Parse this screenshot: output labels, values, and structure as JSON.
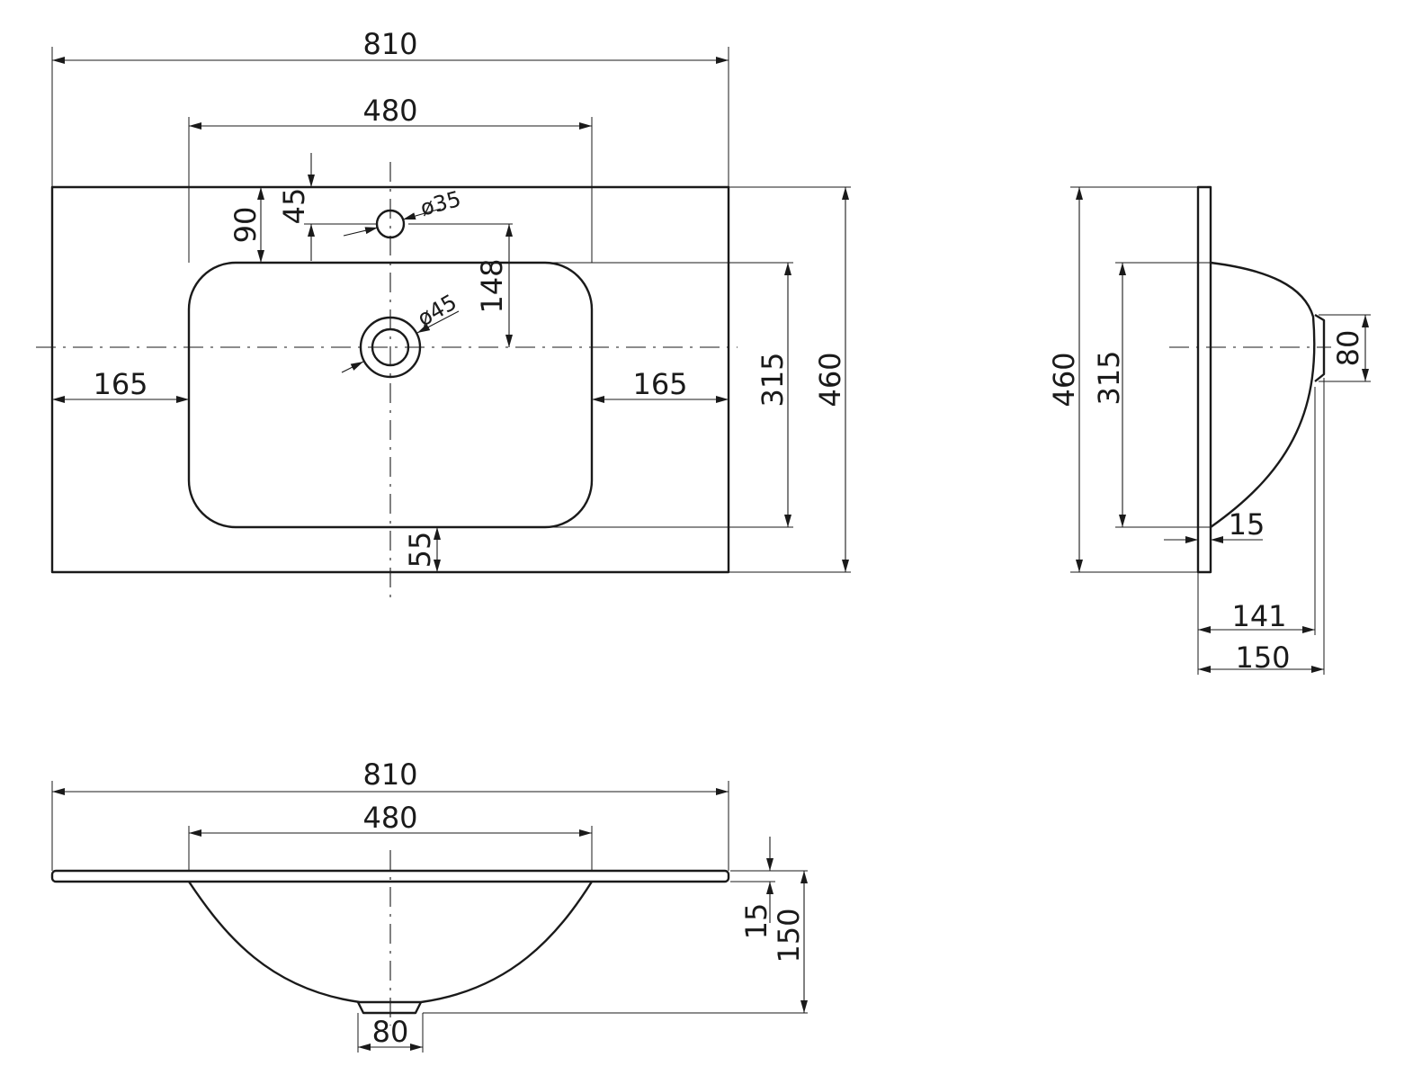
{
  "drawing": {
    "top_view": {
      "overall_width": "810",
      "bowl_width": "480",
      "tap_hole_offset": "45",
      "bowl_top_offset": "90",
      "tap_hole_diameter": "ø35",
      "waste_diameter": "ø45",
      "waste_from_bowl_top": "148",
      "side_margin_left": "165",
      "side_margin_right": "165",
      "bowl_depth": "315",
      "overall_depth": "460",
      "front_margin": "55"
    },
    "side_view": {
      "overall_depth": "460",
      "bowl_depth": "315",
      "waste_outlet": "80",
      "slab_thickness": "15",
      "bowl_height": "141",
      "total_height": "150"
    },
    "front_view": {
      "overall_width": "810",
      "bowl_width": "480",
      "slab_thickness": "15",
      "total_height": "150",
      "waste_outlet": "80"
    }
  }
}
